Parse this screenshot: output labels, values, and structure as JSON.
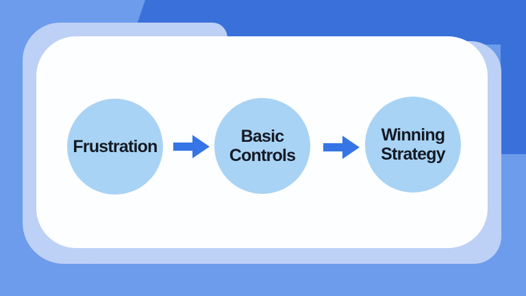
{
  "colors": {
    "bg": "#6c9ceb",
    "accent": "#3a70d9",
    "halo": "#bdd0f5",
    "card": "#fdfeff",
    "circle": "#a8d3f5",
    "arrow": "#3575e5",
    "text": "#151a24"
  },
  "diagram": {
    "steps": [
      {
        "lines": [
          "Frustration",
          ""
        ]
      },
      {
        "lines": [
          "Basic",
          "Controls"
        ]
      },
      {
        "lines": [
          "Winning",
          "Strategy"
        ]
      }
    ]
  }
}
